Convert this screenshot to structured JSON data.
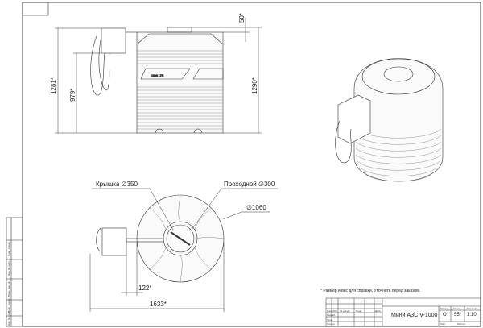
{
  "dimensions": {
    "overall_height": "1281*",
    "dispenser_height": "979*",
    "tank_height": "1290*",
    "lid_height": "50*",
    "lid_label": "Крышка ∅350",
    "manhole_label": "Проходной ∅300",
    "diameter_label": "∅1060",
    "offset": "122*",
    "overall_width": "1633*"
  },
  "tank_label": "1000 LTR",
  "note": "* Размер и вес для справки. Уточнять перед заказом.",
  "title_block": {
    "title": "Мини АЗС V-1000",
    "col_headers": [
      "Изм",
      "Лист",
      "№ докум.",
      "Подп.",
      "Дата"
    ],
    "row_labels": [
      "Разраб.",
      "Пров.",
      "Т.контр."
    ],
    "litera_label": "Литера",
    "mass_label": "Масса",
    "scale_label": "Масштаб",
    "litera": "О",
    "mass": "55*",
    "scale": "1:10",
    "sheet_label": "Лист",
    "sheets_label": "Листов"
  },
  "side_stamp": [
    "Инв. № подл.",
    "Подп. и дата",
    "Взам. инв. №",
    "Инв. № дубл.",
    "Подп. и дата"
  ]
}
